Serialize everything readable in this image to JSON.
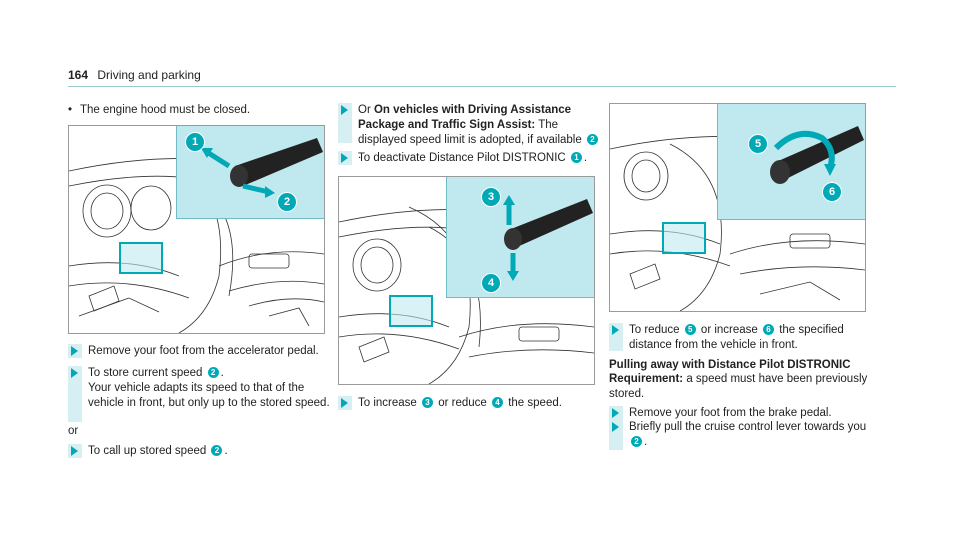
{
  "header": {
    "page_number": "164",
    "section": "Driving and parking"
  },
  "col1": {
    "bullet": "The engine hood must be closed.",
    "figure1": {
      "badges": [
        "1",
        "2"
      ]
    },
    "step1": "Remove your foot from the accelerator pedal.",
    "step2_a": "To store current speed",
    "step2_badge": "2",
    "step2_b": ".",
    "step2_c": "Your vehicle adapts its speed to that of the vehicle in front, but only up to the stored speed.",
    "or": "or",
    "step3_a": "To call up stored speed",
    "step3_badge": "2",
    "step3_b": "."
  },
  "col2": {
    "step1_a": "Or",
    "step1_bold": "On vehicles with Driving Assistance Package and Traffic Sign Assist:",
    "step1_b": "The displayed speed limit is adopted, if available",
    "step1_badge": "2",
    "step1_c": ".",
    "step2_a": "To deactivate Distance Pilot DISTRONIC",
    "step2_badge": "1",
    "step2_b": ".",
    "figure2": {
      "badges": [
        "3",
        "4"
      ]
    },
    "step3_a": "To increase",
    "step3_badge1": "3",
    "step3_b": "or reduce",
    "step3_badge2": "4",
    "step3_c": "the speed."
  },
  "col3": {
    "figure3": {
      "badges": [
        "5",
        "6"
      ]
    },
    "step1_a": "To reduce",
    "step1_badge1": "5",
    "step1_b": "or increase",
    "step1_badge2": "6",
    "step1_c": "the specified distance from the vehicle in front.",
    "heading": "Pulling away with Distance Pilot DISTRONIC",
    "req_label": "Requirement:",
    "req_text": "a speed must have been previously stored.",
    "step2": "Remove your foot from the brake pedal.",
    "step3_a": "Briefly pull the cruise control lever towards you",
    "step3_badge": "2",
    "step3_b": "."
  },
  "colors": {
    "accent": "#00a9b5",
    "inset_bg": "#bfe9ee",
    "step_bar": "#d6eff2"
  }
}
